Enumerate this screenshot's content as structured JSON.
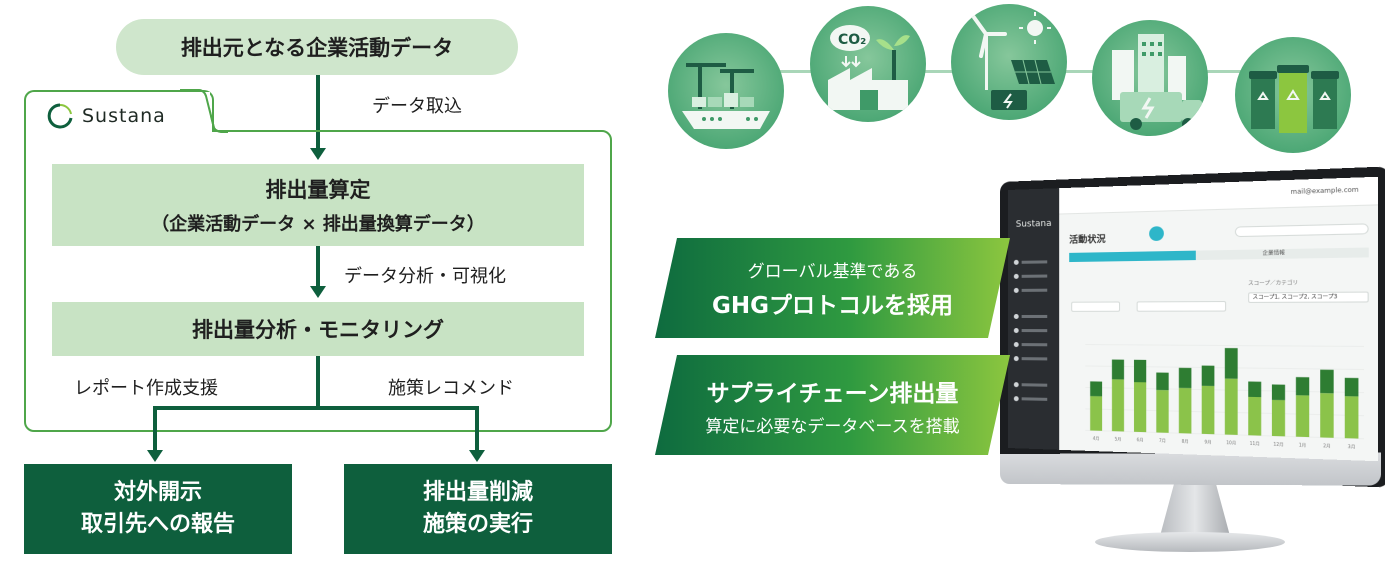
{
  "flow": {
    "source_label": "排出元となる企業活動データ",
    "import_label": "データ取込",
    "brand_name": "Sustana",
    "calc_title": "排出量算定",
    "calc_subtitle": "（企業活動データ × 排出量換算データ）",
    "analysis_label": "データ分析・可視化",
    "monitor_title": "排出量分析・モニタリング",
    "report_support_label": "レポート作成支援",
    "recommend_label": "施策レコメンド",
    "outcome_left_line1": "対外開示",
    "outcome_left_line2": "取引先への報告",
    "outcome_right_line1": "排出量削減",
    "outcome_right_line2": "施策の実行"
  },
  "icons": [
    {
      "name": "ship-port-icon"
    },
    {
      "name": "co2-factory-icon",
      "label": "CO₂"
    },
    {
      "name": "renewable-energy-icon"
    },
    {
      "name": "city-ev-truck-icon"
    },
    {
      "name": "recycle-bins-icon"
    }
  ],
  "banners": {
    "ghg_line1": "グローバル基準である",
    "ghg_line2": "GHGプロトコルを採用",
    "supply_line1": "サプライチェーン排出量",
    "supply_line2": "算定に必要なデータベースを搭載"
  },
  "screen": {
    "logo": "Sustana",
    "page_title": "活動状況",
    "email": "mail@example.com",
    "scope_label": "スコープ／カテゴリ",
    "scope_value": "スコープ1, スコープ2, スコープ3",
    "tab_right": "企業情報"
  },
  "chart_data": {
    "type": "bar",
    "categories": [
      "4月",
      "5月",
      "6月",
      "7月",
      "8月",
      "9月",
      "10月",
      "11月",
      "12月",
      "1月",
      "2月",
      "3月"
    ],
    "series": [
      {
        "values": [
          14,
          21,
          20,
          17,
          18,
          19,
          22,
          15,
          14,
          16,
          17,
          16
        ]
      },
      {
        "values": [
          6,
          8,
          9,
          7,
          8,
          8,
          12,
          6,
          6,
          7,
          9,
          7
        ]
      }
    ],
    "colors": [
      "#8bc34a",
      "#2e7d32"
    ]
  },
  "colors": {
    "dark_green": "#0e5f3d",
    "light_green_box": "#c8e3c4",
    "pill_green": "#cfe6cc",
    "frame_green": "#4fa64a"
  }
}
